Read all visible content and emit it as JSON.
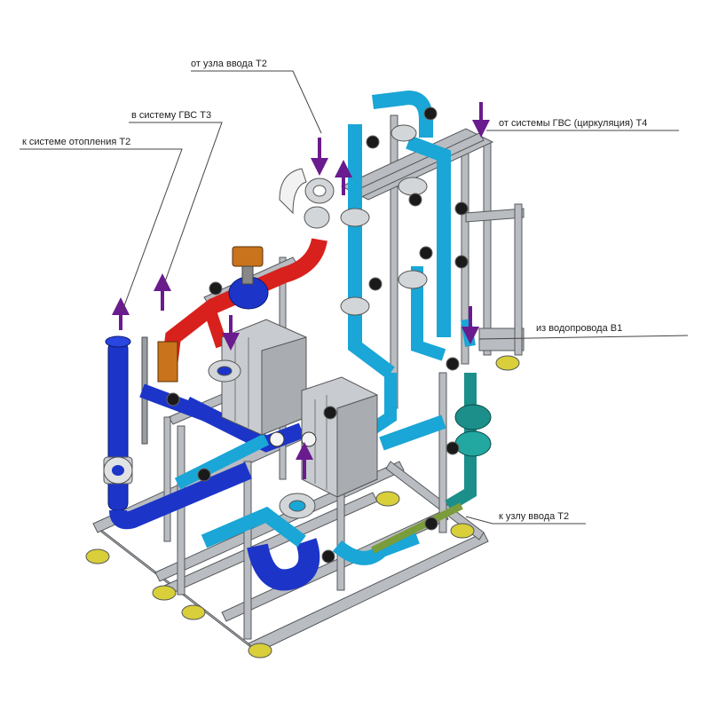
{
  "labels": {
    "from_input_t2": "от узла ввода Т2",
    "to_dhw_t3": "в систему ГВС Т3",
    "to_heating_t2": "к системе отопления Т2",
    "from_dhw_circ_t4": "от системы ГВС (циркуляция) Т4",
    "from_water_b1": "из водопровода В1",
    "to_input_t2": "к узлу ввода Т2"
  },
  "colors": {
    "heating_supply": "#d8201c",
    "heating_blue": "#1c35c8",
    "dhw_cyan": "#1aa6d6",
    "circulation_teal": "#1c8f8a",
    "valve_green": "#2f9d5a",
    "arrow": "#6a1b8e",
    "frame": "#b9bcc0",
    "foot": "#d8cf3a",
    "actuator": "#c9731c"
  }
}
